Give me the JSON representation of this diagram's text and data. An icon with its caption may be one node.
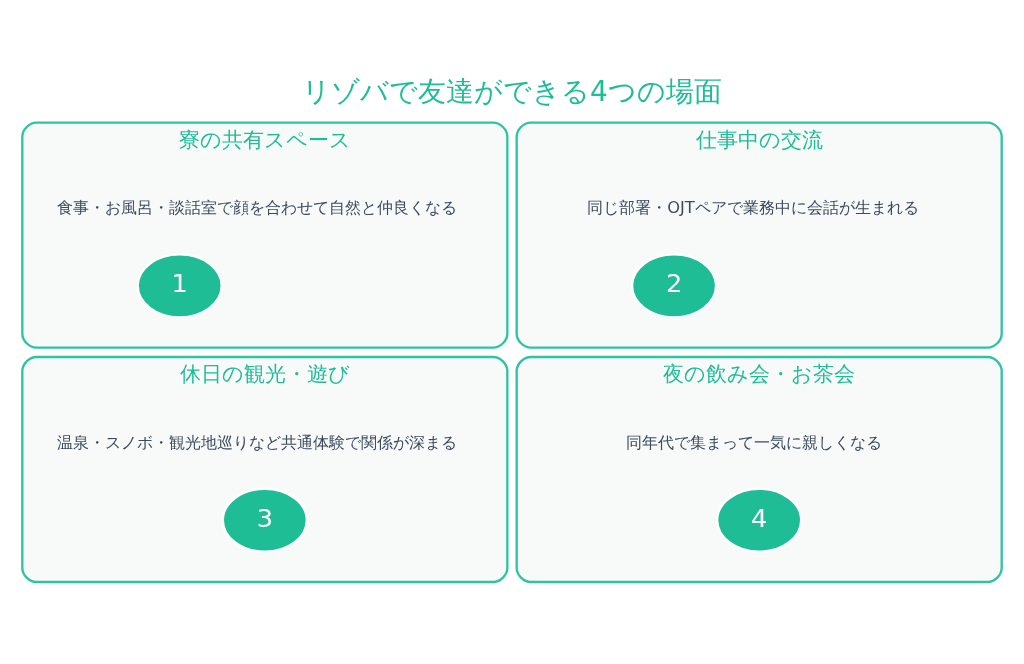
{
  "diagram": {
    "title": "リゾバで友達ができる4つの場面",
    "nodes": [
      {
        "text": [
          "寮の共有スペース",
          "食事・お風呂・談話室で顔を合わせて自然と仲良くなる"
        ]
      },
      {
        "text": [
          "1"
        ],
        "in": 0
      },
      {
        "text": [
          "仕事中の交流",
          "同じ部署・OJTペアで業務中に会話が生まれる"
        ]
      },
      {
        "text": [
          "2"
        ],
        "in": 2
      },
      {
        "text": [
          "休日の観光・遊び",
          "温泉・スノボ・観光地巡りなど共通体験で関係が深まる"
        ]
      },
      {
        "text": [
          "3"
        ],
        "in": 4
      },
      {
        "text": [
          "夜の飲み会・お茶会",
          "同年代で集まって一気に親しくなる"
        ]
      },
      {
        "text": [
          "4"
        ],
        "in": 6
      }
    ]
  }
}
